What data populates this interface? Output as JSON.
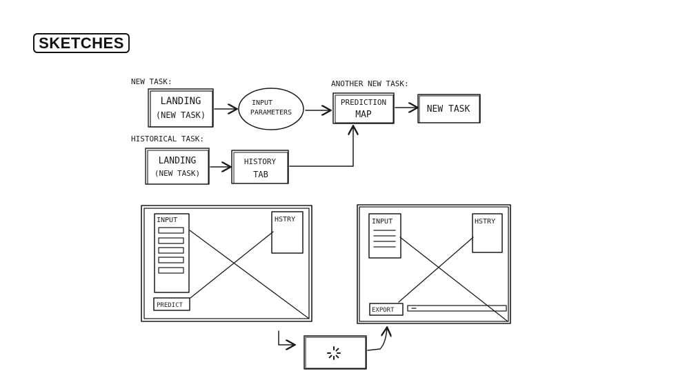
{
  "title": "SKETCHES",
  "flow": {
    "new_task_label": "NEW TASK:",
    "historical_task_label": "HISTORICAL TASK:",
    "another_new_task_label": "ANOTHER NEW TASK:",
    "landing1": [
      "LANDING",
      "(NEW TASK)"
    ],
    "input_params": [
      "INPUT",
      "PARAMETERS"
    ],
    "prediction_map": [
      "PREDICTION",
      "MAP"
    ],
    "new_task_box": "NEW TASK",
    "landing2": [
      "LANDING",
      "(NEW TASK)"
    ],
    "history_tab": [
      "HISTORY",
      "TAB"
    ]
  },
  "wireframe_left": {
    "input_label": "INPUT",
    "history_label": "HSTRY",
    "predict_label": "PREDICT"
  },
  "wireframe_right": {
    "input_label": "INPUT",
    "history_label": "HSTRY",
    "export_label": "EXPORT"
  }
}
